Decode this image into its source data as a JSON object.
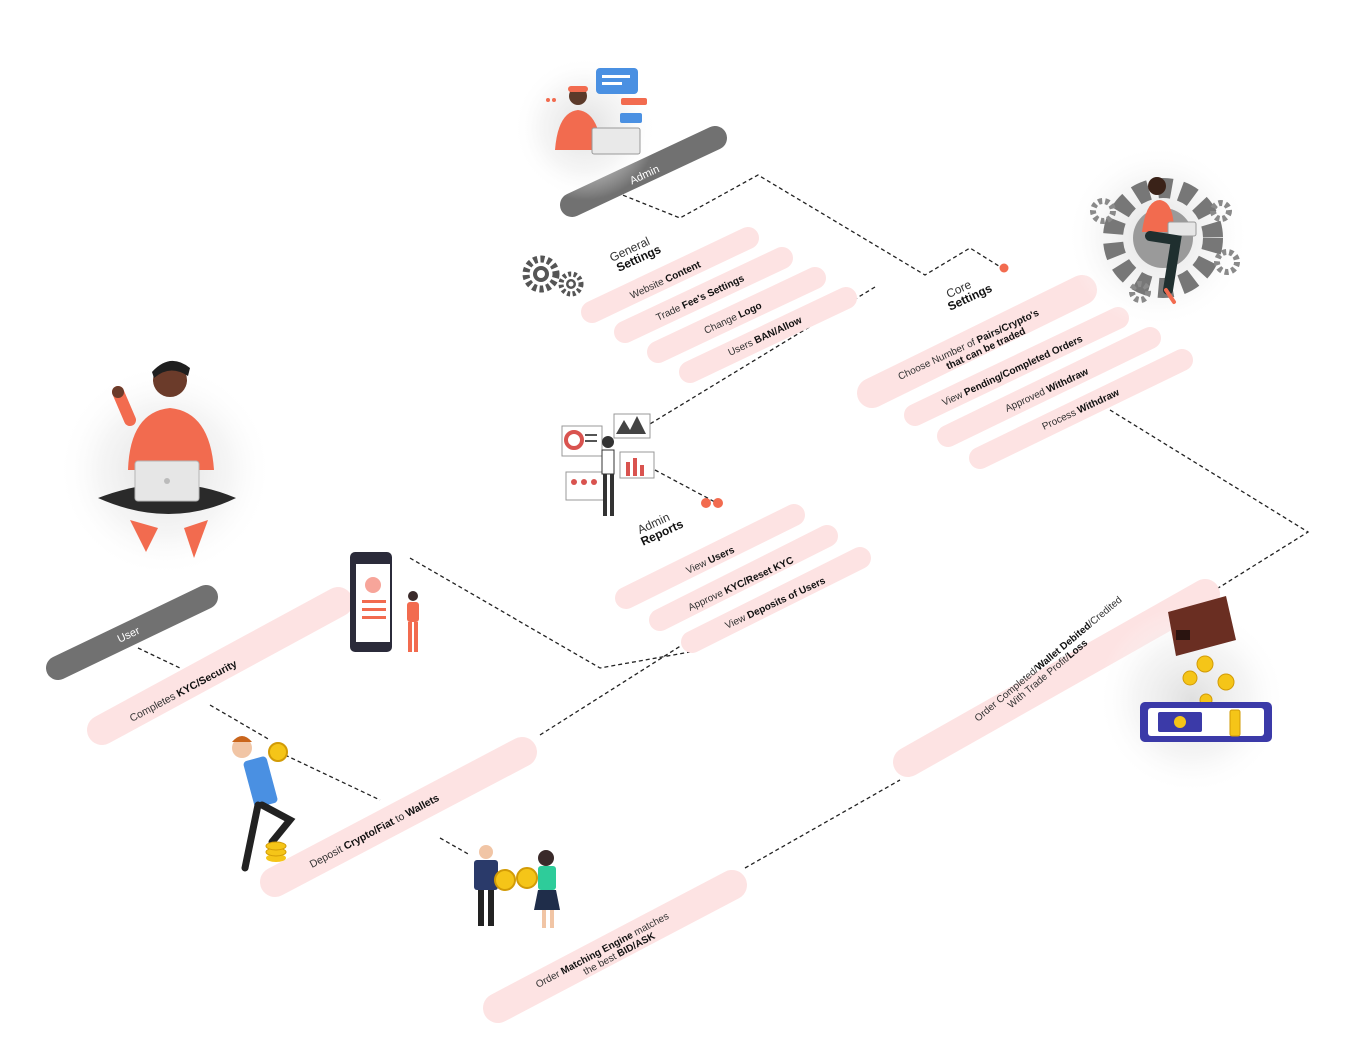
{
  "roles": {
    "admin": "Admin",
    "user": "User"
  },
  "general_settings": {
    "head_top": "General",
    "head_bold": "Settings",
    "items": [
      {
        "pre": "Website ",
        "bold": "Content",
        "post": ""
      },
      {
        "pre": "Trade ",
        "bold": "Fee's Settings",
        "post": ""
      },
      {
        "pre": "Change ",
        "bold": "Logo",
        "post": ""
      },
      {
        "pre": "Users ",
        "bold": "BAN/Allow",
        "post": ""
      }
    ]
  },
  "core_settings": {
    "head_top": "Core",
    "head_bold": "Settings",
    "items": [
      {
        "line1_pre": "Choose Number of ",
        "line1_bold": "Pairs/Crypto's",
        "line2": "that can be traded"
      },
      {
        "pre": "View ",
        "bold": "Pending/Completed Orders",
        "post": ""
      },
      {
        "pre": "Approved ",
        "bold": "Withdraw",
        "post": ""
      },
      {
        "pre": "Process ",
        "bold": "Withdraw",
        "post": ""
      }
    ]
  },
  "admin_reports": {
    "head_top": "Admin",
    "head_bold": "Reports",
    "items": [
      {
        "pre": "View ",
        "bold": "Users",
        "post": ""
      },
      {
        "pre": "Approve ",
        "bold": "KYC/Reset KYC",
        "post": ""
      },
      {
        "pre": "View ",
        "bold": "Deposits of Users",
        "post": ""
      }
    ]
  },
  "user_flow": {
    "kyc": {
      "pre": "Completes ",
      "bold": "KYC/Security",
      "post": ""
    },
    "deposit": {
      "pre": "Deposit ",
      "bold": "Crypto/Fiat",
      "mid": " to ",
      "bold2": "Wallets"
    },
    "matching": {
      "line1_pre": "Order ",
      "line1_bold": "Matching Engine",
      "line1_post": " matches",
      "line2_pre": "the best ",
      "line2_bold": "BID/ASK"
    },
    "completed": {
      "line1_pre": "Order Completed/",
      "line1_bold": "Wallet Debited",
      "line1_post": "/Credited",
      "line2_pre": "With Trade Profit/",
      "line2_bold": "Loss"
    }
  },
  "colors": {
    "pill": "#fde3e3",
    "bar": "#717171",
    "accent": "#f26b4f",
    "dark": "#222222"
  },
  "icons": [
    "support-agent-icon",
    "gear-icon",
    "analytics-board-icon",
    "sitting-user-laptop-icon",
    "mobile-kyc-icon",
    "coin-holder-icon",
    "exchange-people-icon",
    "wallet-coins-icon",
    "gear-woman-icon"
  ]
}
